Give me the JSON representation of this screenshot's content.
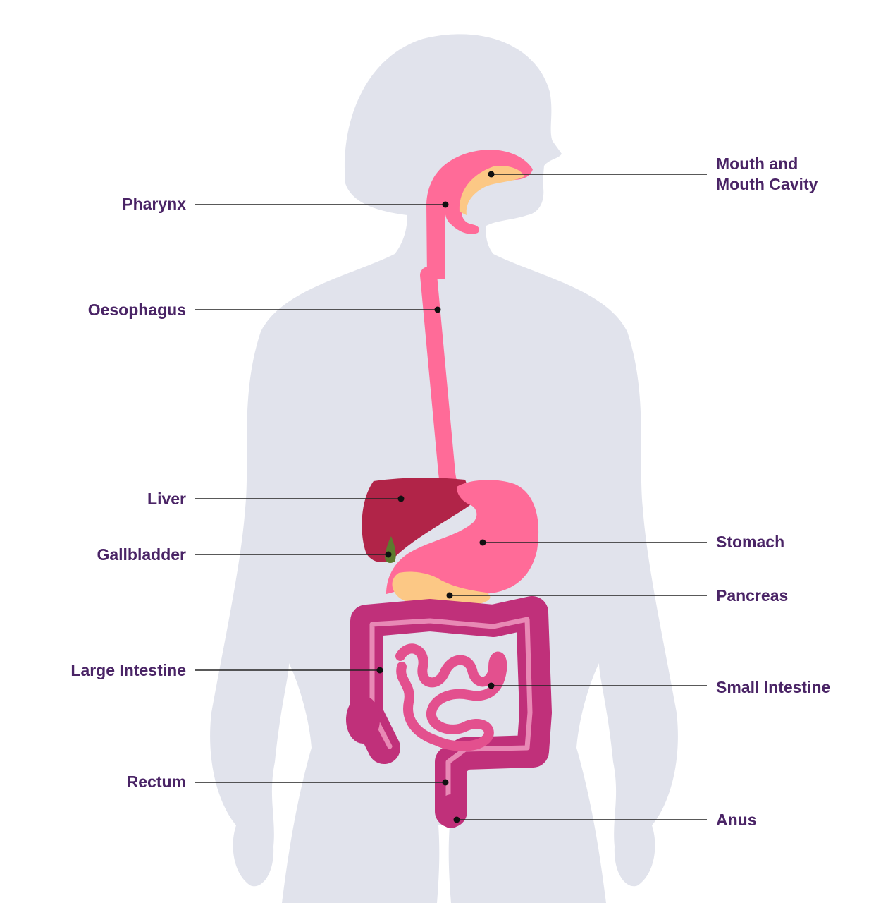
{
  "labels": {
    "mouth_line1": "Mouth and",
    "mouth_line2": "Mouth Cavity",
    "pharynx": "Pharynx",
    "oesophagus": "Oesophagus",
    "liver": "Liver",
    "gallbladder": "Gallbladder",
    "stomach": "Stomach",
    "pancreas": "Pancreas",
    "large_intestine": "Large Intestine",
    "small_intestine": "Small Intestine",
    "rectum": "Rectum",
    "anus": "Anus"
  },
  "colors": {
    "body": "#e1e3ec",
    "label_text": "#4a2466",
    "tract_pink": "#ff6b98",
    "mouth_pale": "#fcc885",
    "pancreas": "#fcc885",
    "liver": "#b12448",
    "gallbladder": "#5d7a2e",
    "large_intestine": "#c0307a",
    "small_intestine": "#e3508e"
  }
}
